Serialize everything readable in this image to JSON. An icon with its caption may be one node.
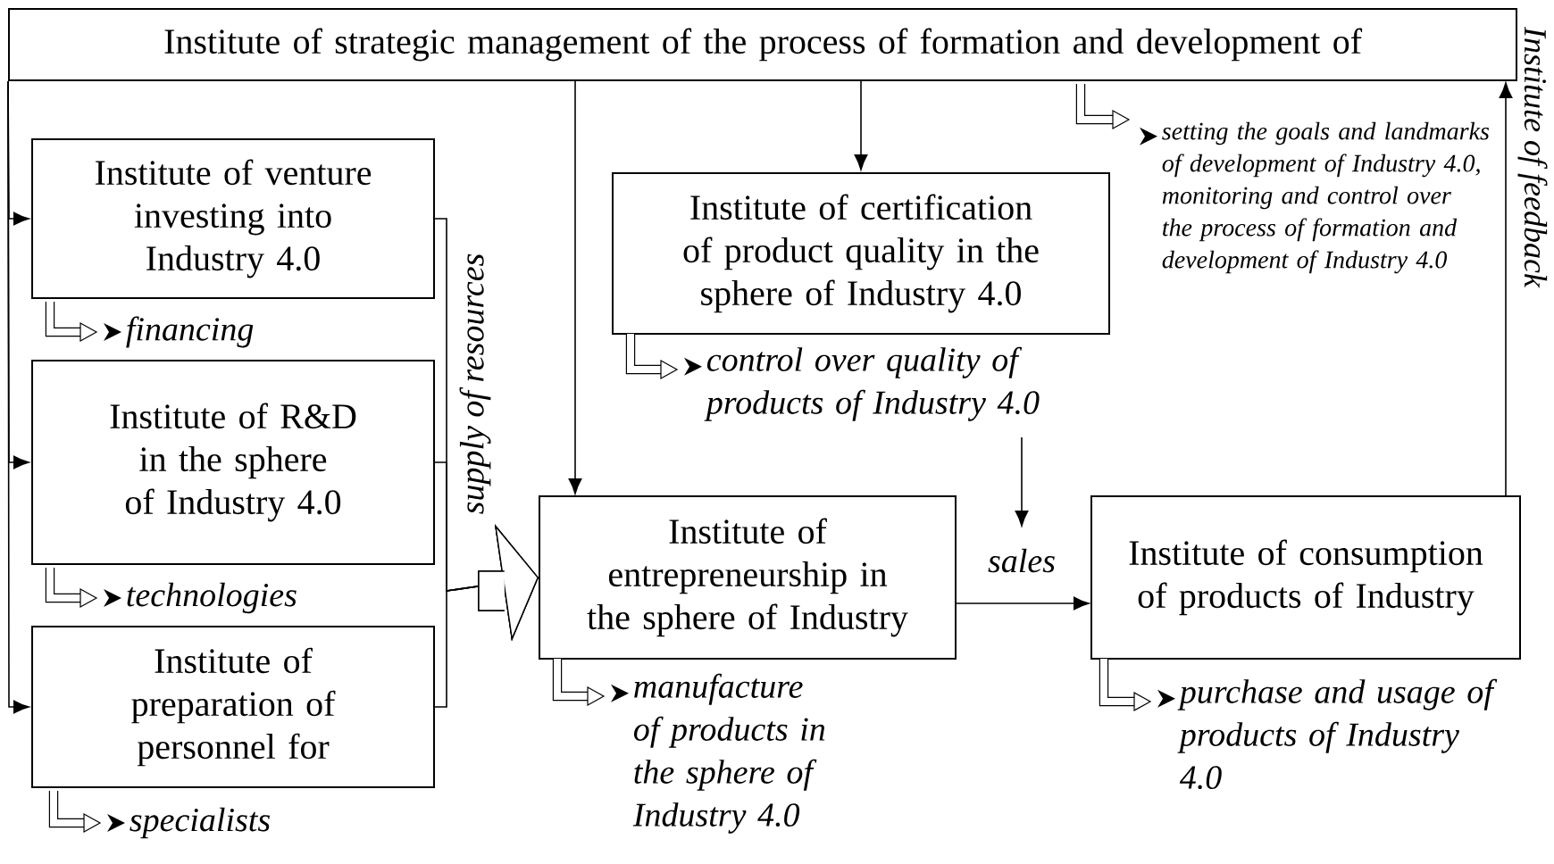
{
  "diagram": {
    "nodes": [
      {
        "text": [
          "Institute of strategic management of the process of formation and development of"
        ],
        "beside": [
          "setting the goals and landmarks of development of Industry 4.0, monitoring and control over the process of formation and development of Industry 4.0"
        ]
      },
      {
        "text": [
          "Institute of venture investing into Industry 4.0"
        ],
        "beside": [
          "financing"
        ]
      },
      {
        "text": [
          "Institute of R&D in the sphere of Industry 4.0"
        ],
        "beside": [
          "technologies"
        ]
      },
      {
        "text": [
          "Institute of preparation of personnel for"
        ],
        "beside": [
          "specialists"
        ]
      },
      {
        "text": [
          "Institute of certification of product quality in the sphere of Industry 4.0"
        ],
        "beside": [
          "control over quality of products of Industry 4.0"
        ]
      },
      {
        "text": [
          "Institute of entrepreneurship in the sphere of Industry"
        ],
        "beside": [
          "manufacture of products in the sphere of Industry 4.0"
        ]
      },
      {
        "text": [
          "Institute of consumption of products of Industry"
        ],
        "beside": [
          "purchase and usage of products of Industry 4.0"
        ]
      }
    ],
    "edges": [
      {
        "from": 0,
        "to": 1,
        "arrow": "to"
      },
      {
        "from": 0,
        "to": 2,
        "arrow": "to"
      },
      {
        "from": 0,
        "to": 3,
        "arrow": "to"
      },
      {
        "from": 0,
        "to": 4,
        "arrow": "to"
      },
      {
        "from": 0,
        "to": 5,
        "arrow": "to"
      },
      {
        "from": 1,
        "to": 5,
        "arrow": "to",
        "label": "supply of resources"
      },
      {
        "from": 2,
        "to": 5,
        "arrow": "to"
      },
      {
        "from": 3,
        "to": 5,
        "arrow": "to"
      },
      {
        "from": 4,
        "to": null,
        "arrow": "to"
      },
      {
        "from": 5,
        "to": 6,
        "arrow": "to",
        "label": "sales"
      },
      {
        "from": 6,
        "to": 0,
        "arrow": "to",
        "label": "Institute of feedback"
      }
    ]
  }
}
